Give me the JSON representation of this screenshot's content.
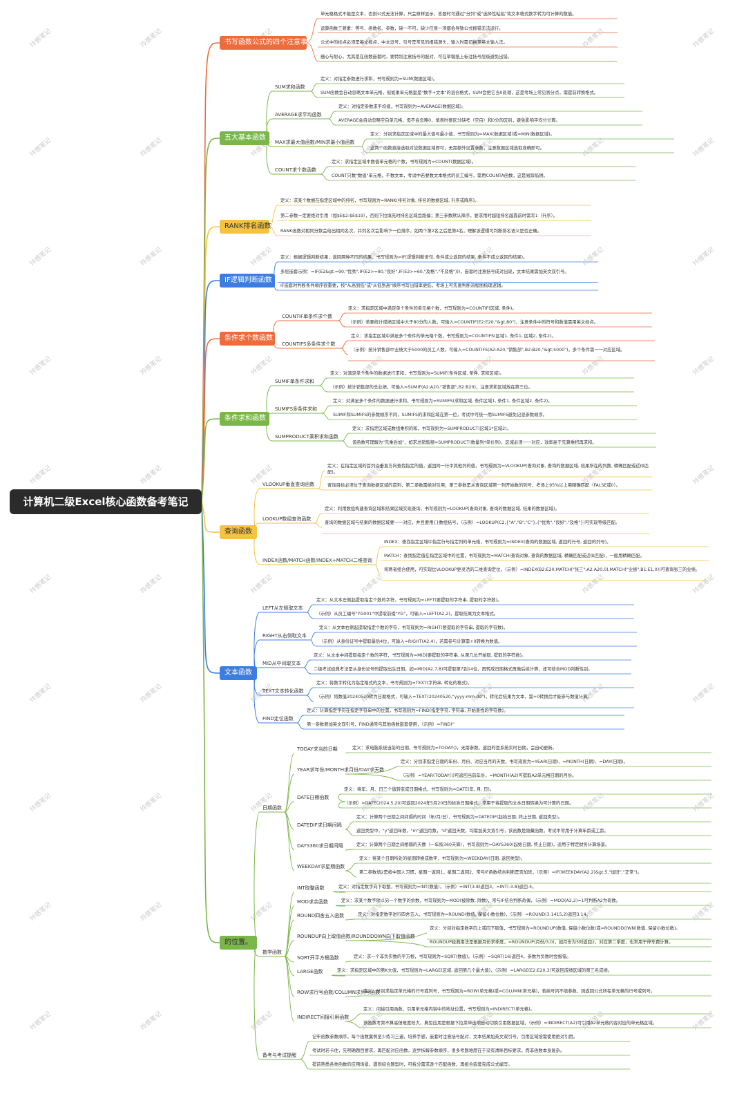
{
  "title": "计算机二级Excel核心函数备考笔记",
  "watermark": "玲感笔记",
  "colors": {
    "root": "#2b2b2b",
    "t0": "#ee6b3b",
    "t1": "#7ab648",
    "t2": "#f5c242",
    "t3": "#3b7de0",
    "t4": "#ee6b3b",
    "t5": "#7ab648",
    "t6": "#f5c242",
    "t7": "#3b7de0",
    "t8": "#7ab648"
  },
  "topics": [
    {
      "label": "书写函数公式的四个注意事项",
      "children": [],
      "leaves": [
        "单元格格式不能是文本，否则公式无法计算，只会原样显示，答题时可通过\"分列\"或\"选择性粘贴\"将文本格式数字转为可计算的数值。",
        "运算函数三要素：等号、函数名、参数，缺一不可，缺少任意一项都会导致公式报错无法运行。",
        "公式中的标点必须是英文标点，中文逗号、引号是常见的报错源头，输入时需切换至英文输入法。",
        "细心与耐心，尤其是在函数嵌套时，要特别注意括号的配对，可在草稿纸上标注括号层级避免出错。"
      ]
    },
    {
      "label": "五大基本函数",
      "children": [
        {
          "label": "SUM求和函数",
          "leaves": [
            "定义：对指定参数进行求和，书写规则为=SUM(数据区域)。",
            "SUM函数会自动忽略文本单元格，但如果单元格里是\"数字+文本\"的混合格式，SUM会把它当0处理，这是考场上常见丢分点，需提前转换格式。"
          ]
        },
        {
          "label": "AVERAGE求平均函数",
          "leaves": [
            "定义：对指定参数求平均值，书写规则为=AVERAGE(数据区域)。",
            "AVERAGE会自动忽略空白单元格，但不会忽略0，填表时要区分缺考（空白）和0分的区别，避免影响平均分计算。"
          ]
        },
        {
          "label": "MAX求最大值函数/MIN求最小值函数",
          "leaves": [
            "定义：分别求指定区域中的最大值与最小值，书写规则为=MAX(数据区域)或=MIN(数据区域)。",
            "这两个函数直接选取对应数据区域即可，无需额外设置参数，注意数据区域选取准确即可。"
          ]
        },
        {
          "label": "COUNT求个数函数",
          "leaves": [
            "定义：求指定区域中数值单元格的个数，书写规则为=COUNT(数据区域)。",
            "COUNT只数\"数值\"单元格，不数文本，考试中若要数文本格式的员工编号，需用COUNTA函数，这是易踩陷阱。"
          ]
        }
      ],
      "leaves": []
    },
    {
      "label": "RANK排名函数",
      "children": [],
      "leaves": [
        "定义：求某个数据在指定区域中的排名，书写规则为=RANK(排名对象, 排名的数据区域, 升序或降序)。",
        "第二参数一定要绝对引用（如$E$2:$E$19），否则下拉填充时排名区域会跑偏；第三参数默认降序，要求用时越短排名越靠前时需写1（升序）。",
        "RANK函数对相同分数会给出相同名次，并列名次会影响下一位排序，如两个第2名之后是第4名，理解该逻辑可判断排名语义是否正确。"
      ]
    },
    {
      "label": "IF逻辑判断函数",
      "children": [],
      "leaves": [
        "定义：根据逻辑判断结果，返回两种不同的结果，书写规则为=IF(逻辑判断语句, 条件成立返回的结果, 条件不成立返回的结果)。",
        "多层嵌套示例：=IF(E2&gt;=90,\"优秀\",IF(E2>=80,\"良好\",IF(E2>=60,\"及格\",\"不及格\")))，嵌套时注意括号成对出现，文本结果需加英文双引号。",
        "IF嵌套时判断条件顺序很重要，按\"从高到低\"或\"从低到高\"顺序书写出错率更低，考场上可先画判断流程图梳理逻辑。"
      ]
    },
    {
      "label": "条件求个数函数",
      "children": [
        {
          "label": "COUNTIF单条件求个数",
          "leaves": [
            "定义：求指定区域中满足单个条件的单元格个数，书写规则为=COUNTIF(区域, 条件)。",
            "（示例）若要统计成绩区域中大于80分的人数，可输入=COUNTIF(E2:E20,\"&gt;80\")，注意条件中的符号和数值需用英文标点。"
          ]
        },
        {
          "label": "COUNTIFS多条件求个数",
          "leaves": [
            "定义：求指定区域中满足多个条件的单元格个数，书写规则为=COUNTIFS(区域1, 条件1, 区域2, 条件2)。",
            "（示例）统计销售部中业绩大于5000的员工人数，可输入=COUNTIFS(A2:A20,\"销售部\",B2:B20,\"&gt;5000\")，多个条件需一一对应区域。"
          ]
        }
      ],
      "leaves": []
    },
    {
      "label": "条件求和函数",
      "children": [
        {
          "label": "SUMIF单条件求和",
          "leaves": [
            "定义：对满足单个条件的数据进行求和，书写规则为=SUMIF(条件区域, 条件, 求和区域)。",
            "（示例）统计销售部的总业绩，可输入=SUMIF(A2:A20,\"销售部\",B2:B20)，注意求和区域放在第三位。"
          ]
        },
        {
          "label": "SUMIFS多条件求和",
          "leaves": [
            "定义：对满足多个条件的数据进行求和，书写规则为=SUMIFS(求和区域, 条件区域1, 条件1, 条件区域2, 条件2)。",
            "SUMIF和SUMIFS的参数顺序不同，SUMIFS的求和区域在第一位，考试中可统一用SUMIFS避免记混参数顺序。"
          ]
        },
        {
          "label": "SUMPRODUCT乘积求和函数",
          "leaves": [
            "定义：求指定区域或数组乘积的和，书写规则为=SUMPRODUCT(区域1*区域2)。",
            "该函数可理解为\"先乘后加\"，如求总销售额=SUMPRODUCT(数量列*单价列)，区域必须一一对应，效率高于先算乘积再求和。"
          ]
        }
      ],
      "leaves": []
    },
    {
      "label": "查询函数",
      "children": [
        {
          "label": "VLOOKUP垂直查询函数",
          "leaves": [
            "定义：在指定区域的首列沿垂直方向查找指定的值，返回同一行中其他列的值，书写规则为=VLOOKUP(查询对象, 查询的数据区域, 结果所在的列数, 精确匹配或近似匹配)。",
            "查询目标必须位于查询数据区域的首列，第二参数需绝对引用；第三参数是从查询区域第一列开始数的列号，考场上95%以上用精确匹配（FALSE或0）。"
          ]
        },
        {
          "label": "LOOKUP数组查询函数",
          "leaves": [
            "定义：利用数组构建查询区域和结果区域实现查询，书写规则为=LOOKUP(查询对象, 查询的数据区域, 结果的数据区域)。",
            "查询的数据区域与结果的数据区域要一一对应，并且要用{}数组括号，（示例）=LOOKUP(C2,{\"A\",\"B\",\"C\"},{\"优秀\",\"良好\",\"及格\"})可实现等级匹配。"
          ]
        },
        {
          "label": "INDEX函数/MATCH函数/INDEX+MATCH二维查询",
          "leaves": [
            "INDEX：查找指定区域中指定行与指定列的单元格，书写规则为=INDEX(查询的数据区域, 返回的行号, 返回的列号)。",
            "MATCH：查找指定值在指定区域中的位置，书写规则为=MATCH(查询对象, 查询的数据区域, 精确匹配或近似匹配)，一般用精确匹配。",
            "将两者组合使用，可实现比VLOOKUP更灵活的二维查询定位，（示例）=INDEX(B2:E20,MATCH(\"张三\",A2:A20,0),MATCH(\"业绩\",B1:E1,0))可查询张三的业绩。"
          ]
        }
      ],
      "leaves": []
    },
    {
      "label": "文本函数",
      "children": [
        {
          "label": "LEFT从左侧取文本",
          "leaves": [
            "定义：从文本左侧起提取指定个数的字符，书写规则为=LEFT(要提取的字符串, 提取的字符数)。",
            "（示例）从员工编号\"YG001\"中提取前缀\"YG\"，可输入=LEFT(A2,2)，提取结果为文本格式。"
          ]
        },
        {
          "label": "RIGHT从右侧取文本",
          "leaves": [
            "定义：从文本右侧起提取指定个数的字符，书写规则为=RIGHT(要提取的字符串, 提取的字符数)。",
            "（示例）从身份证号中提取最后4位，可输入=RIGHT(A2,4)，若需参与计算需+0转换为数值。"
          ]
        },
        {
          "label": "MID从中间取文本",
          "leaves": [
            "定义：从文本中间提取指定个数的字符，书写规则为=MID(要提取的字符串, 从第几位开始取, 提取的字符数)。",
            "二级考试经典考法是从身份证号码提取出生日期，如=MID(A2,7,8)可提取第7到14位，再转成日期格式再做后续计算，还可结合MOD判断性别。"
          ]
        },
        {
          "label": "TEXT文本转化函数",
          "leaves": [
            "定义：将数字转化为指定格式的文本，书写规则为=TEXT(字符串, 转化的格式)。",
            "（示例）将数值20240520转为日期格式，可输入=TEXT(20240520,\"yyyy-mm-dd\")，转化后结果为文本，需+0转换后才能参与数值计算。"
          ]
        },
        {
          "label": "FIND定位函数",
          "leaves": [
            "定义：计算指定字符在指定字符串中的位置，书写规则为=FIND(指定字符, 字符串, 开始查找的字符数)。",
            "第一参数要加英文双引号，FIND通常与其他函数嵌套使用，（示例）=FIND(\""
          ]
        }
      ],
      "leaves": []
    },
    {
      "label": "的位置。",
      "children": [
        {
          "label": "日期函数",
          "leaves": [],
          "children": [
            {
              "label": "TODAY求当前日期",
              "leaves": [
                "定义：求电脑系统当前的日期，书写规则为=TODAY()，无需参数，返回的是系统实时日期，会自动更新。"
              ]
            },
            {
              "label": "YEAR求年份/MONTH求月份/DAY求天数",
              "leaves": [
                "定义：分别求指定日期的年份、月份、对应当月的天数，书写规则为=YEAR(日期)、=MONTH(日期)、=DAY(日期)。",
                "（示例）=YEAR(TODAY())可返回当前年份，=MONTH(A2)可提取A2单元格日期的月份。"
              ]
            },
            {
              "label": "DATE日期函数",
              "leaves": [
                "定义：将年、月、日三个值转变成日期格式，书写规则为=DATE(年, 月, 日)。",
                "（示例）=DATE(2024,5,20)可返回2024年5月20日的标准日期格式，常用于将提取的文本日期转换为可计算的日期。"
              ]
            },
            {
              "label": "DATEDIF求日期间隔",
              "leaves": [
                "定义：计算两个日期之间间隔的时间（年/月/日），书写规则为=DATEDIF(起始日期, 终止日期, 返回类型)。",
                "返回类型中，\"y\"返回年数，\"m\"返回月数，\"d\"返回天数，均需加英文双引号，该函数是隐藏函数，考试中常用于计算年龄或工龄。"
              ]
            },
            {
              "label": "DAYS360求日期间隔",
              "leaves": [
                "定义：计算两个日期之间相隔的天数（一年按360天算），书写规则为=DAYS360(起始日期, 终止日期)，适用于特定财务计算场景。"
              ]
            },
            {
              "label": "WEEKDAY求星期函数",
              "leaves": [
                "定义：将某个日期所处的星期转换成数字，书写规则为=WEEKDAY(日期, 返回类型)。",
                "第二参数填2是按中国人习惯，星期一返回1，星期二返回2，常与IF函数结合判断是否加班，（示例）=IF(WEEKDAY(A2,2)&gt;5,\"加班\",\"正常\")。"
              ]
            }
          ]
        },
        {
          "label": "数学函数",
          "leaves": [],
          "children": [
            {
              "label": "INT取整函数",
              "leaves": [
                "定义：对指定数字向下取整，书写规则为=INT(数值)，（示例）=INT(3.8)返回3，=INT(-3.8)返回-4。"
              ]
            },
            {
              "label": "MOD求余函数",
              "leaves": [
                "定义：求某个数字除以另一个数字的余数，书写规则为=MOD(被除数, 除数)，常与IF结合判断奇偶，（示例）=MOD(A2,2)=1可判断A2为奇数。"
              ]
            },
            {
              "label": "ROUND四舍五入函数",
              "leaves": [
                "定义：对指定数字进行四舍五入，书写规则为=ROUND(数值, 保留小数位数)，（示例）=ROUND(3.1415,2)返回3.14。"
              ]
            },
            {
              "label": "ROUNDUP向上取值函数/ROUNDDOWN向下取值函数",
              "leaves": [
                "定义：分别对指定数字向上或向下取值，书写规则为=ROUNDUP(数值, 保留小数位数)或=ROUNDDOWN(数值, 保留小数位数)。",
                "ROUNDUP经典用法是根据月份求季度，=ROUNDUP(月份/3,0)，如月份为5时返回2，对应第二季度，也常用于停车费计算。"
              ]
            },
            {
              "label": "SQRT开平方根函数",
              "leaves": [
                "定义：求一个非负实数的平方根，书写规则为=SQRT(数值)，（示例）=SQRT(16)返回4，参数为负数时会报错。"
              ]
            },
            {
              "label": "LARGE函数",
              "leaves": [
                "定义：求指定区域中的第K大值，书写规则为=LARGE(区域, 返回第几个最大值)，（示例）=LARGE(E2:E20,3)可返回成绩区域的第三名成绩。"
              ]
            },
            {
              "label": "ROW求行号函数/COLUMN求列号函数",
              "leaves": [
                "定义：分别求指定单元格的行号或列号，书写规则为=ROW(单元格)或=COLUMN(单元格)，若括号内不填参数，则返回公式所在单元格的行号或列号。"
              ]
            },
            {
              "label": "INDIRECT间接引用函数",
              "leaves": [
                "定义：间接引用函数，引用单元格内容中的地址位置，书写规则为=INDIRECT(单元格)。",
                "该函数考频不算高但难度较大，典型应用是根据下拉菜单选项自动切换引用数据区域，（示例）=INDIRECT(A2)可引用A2单元格内容对应的单元格区域。"
              ]
            }
          ]
        },
        {
          "label": "备考与考试提醒",
          "leaves": [
            "记牢函数参数顺序，每个函数案例至少练习三遍，培养手感，嵌套时注意括号配对，文本结果加英文双引号，引用区域按需使用绝对引用。",
            "考试时若卡住，先明确题目要求，再匹配对应函数，逐步拆解参数顺序，很多考题难度在于没有清晰目标要求，而非函数本身复杂。",
            "提前熟悉各类函数的应用场景，遇到综合题型时，可拆分需求逐个匹配函数，再组合嵌套完成公式编写。"
          ]
        }
      ],
      "leaves": []
    }
  ]
}
